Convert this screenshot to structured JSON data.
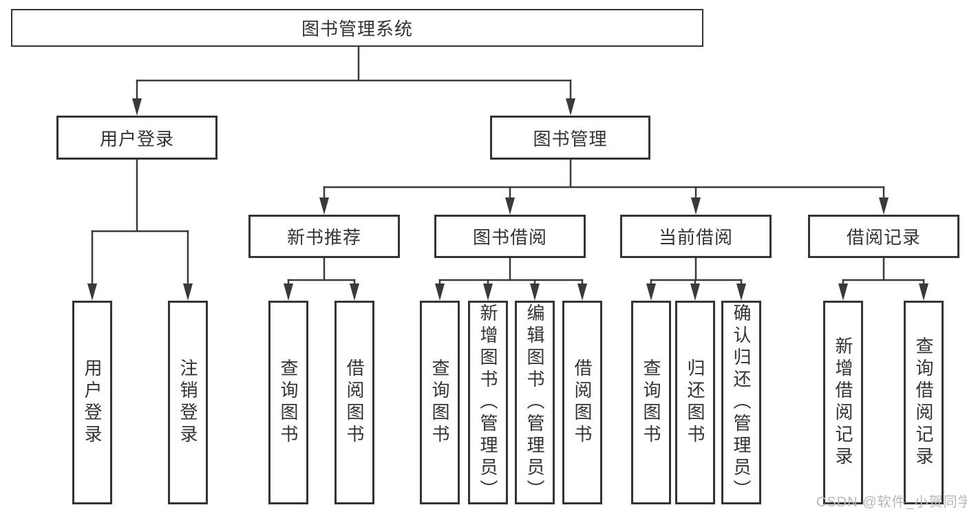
{
  "nodes": {
    "root": {
      "label": "图书管理系统"
    },
    "level1": [
      {
        "label": "用户登录"
      },
      {
        "label": "图书管理"
      }
    ],
    "level2": [
      {
        "label": "新书推荐"
      },
      {
        "label": "图书借阅"
      },
      {
        "label": "当前借阅"
      },
      {
        "label": "借阅记录"
      }
    ],
    "leaves": {
      "user_login": [
        {
          "label": "用户登录"
        },
        {
          "label": "注销登录"
        }
      ],
      "new_book_recommend": [
        {
          "label": "查询图书"
        },
        {
          "label": "借阅图书"
        }
      ],
      "book_borrow": [
        {
          "label": "查询图书"
        },
        {
          "label": "新增图书（管理员）"
        },
        {
          "label": "编辑图书（管理员）"
        },
        {
          "label": "借阅图书"
        }
      ],
      "current_borrow": [
        {
          "label": "查询图书"
        },
        {
          "label": "归还图书"
        },
        {
          "label": "确认归还（管理员）"
        }
      ],
      "borrow_records": [
        {
          "label": "新增借阅记录"
        },
        {
          "label": "查询借阅记录"
        }
      ]
    }
  },
  "watermark": {
    "text": "CSDN @软件_小贺同学"
  },
  "colors": {
    "line": "#3a3a3a",
    "box_border": "#343434",
    "text": "#333333",
    "watermark_text": "#b8b8b8",
    "background": "#ffffff"
  }
}
